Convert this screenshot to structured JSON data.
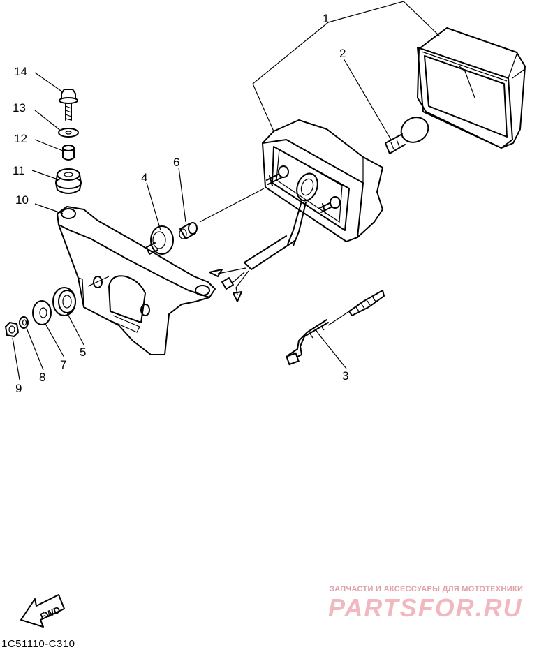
{
  "callouts": [
    {
      "num": "1"
    },
    {
      "num": "2"
    },
    {
      "num": "3"
    },
    {
      "num": "4"
    },
    {
      "num": "5"
    },
    {
      "num": "6"
    },
    {
      "num": "7"
    },
    {
      "num": "8"
    },
    {
      "num": "9"
    },
    {
      "num": "10"
    },
    {
      "num": "11"
    },
    {
      "num": "12"
    },
    {
      "num": "13"
    },
    {
      "num": "14"
    }
  ],
  "fwd_label": "FWD",
  "diagram_code": "1C51110-C310",
  "watermark": {
    "subtitle": "ЗАПЧАСТИ И АКСЕССУАРЫ ДЛЯ МОТОТЕХНИКИ",
    "logo": "PARTSFOR.RU",
    "color": "#f2b8c0"
  }
}
